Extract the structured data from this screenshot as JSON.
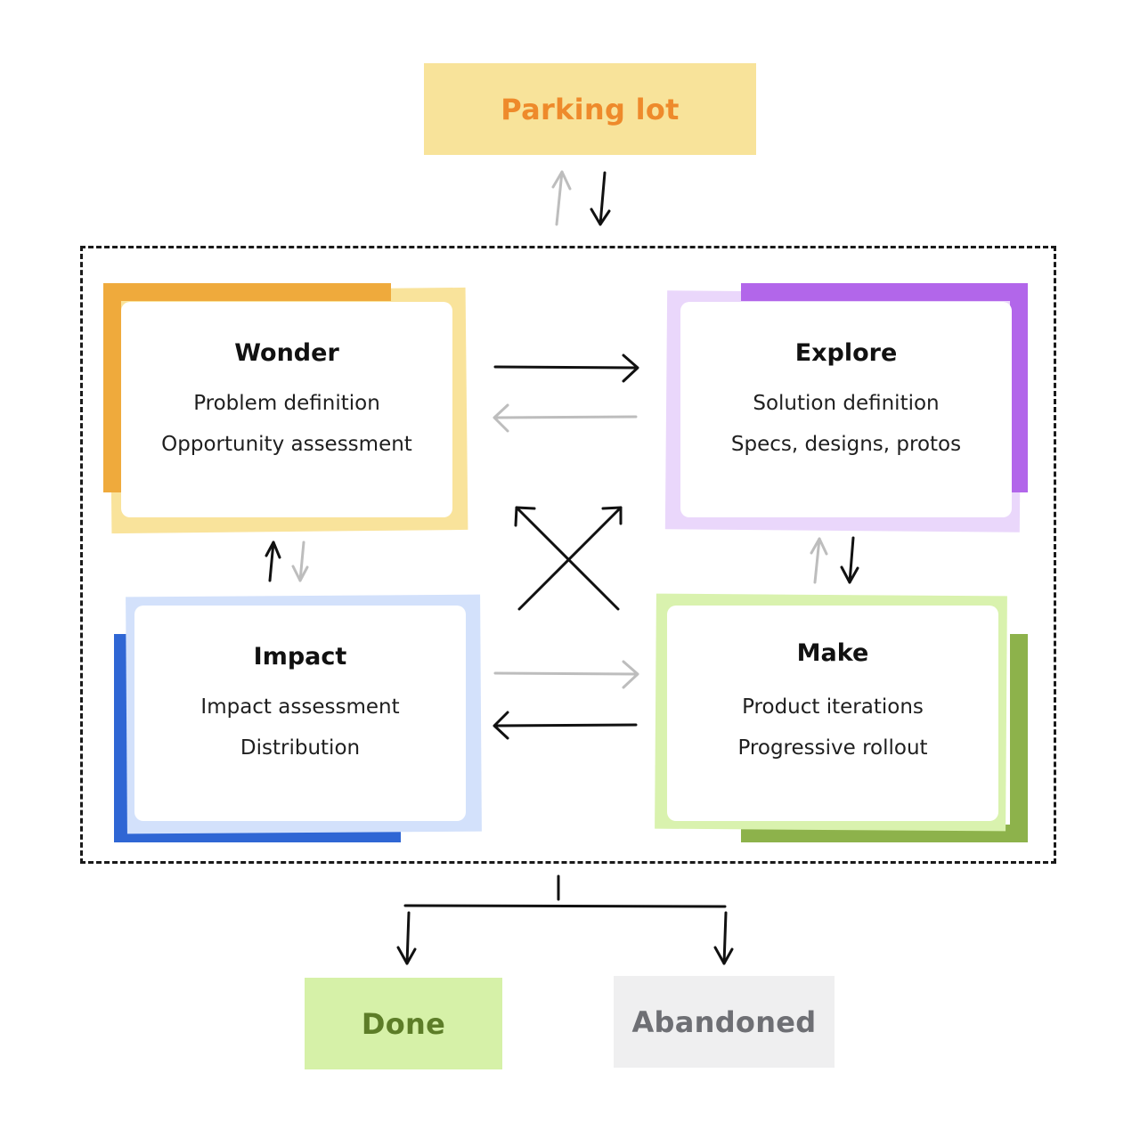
{
  "parking_lot": {
    "label": "Parking lot",
    "bg": "#f8e39a",
    "color": "#ee8a2b"
  },
  "wonder": {
    "title": "Wonder",
    "lines": [
      "Problem definition",
      "Opportunity assessment"
    ],
    "accent": "#efaa3c",
    "tint": "#f9e39b"
  },
  "explore": {
    "title": "Explore",
    "lines": [
      "Solution definition",
      "Specs, designs, protos"
    ],
    "accent": "#b266ea",
    "tint": "#ead7fb"
  },
  "impact": {
    "title": "Impact",
    "lines": [
      "Impact assessment",
      "Distribution"
    ],
    "accent": "#2f66d4",
    "tint": "#d3e1fb"
  },
  "make": {
    "title": "Make",
    "lines": [
      "Product iterations",
      "Progressive rollout"
    ],
    "accent": "#8db24b",
    "tint": "#d9f2ae"
  },
  "done": {
    "label": "Done",
    "bg": "#d6f1a8",
    "color": "#5d7d28"
  },
  "abandoned": {
    "label": "Abandoned",
    "bg": "#efeff0",
    "color": "#6e6f74"
  }
}
